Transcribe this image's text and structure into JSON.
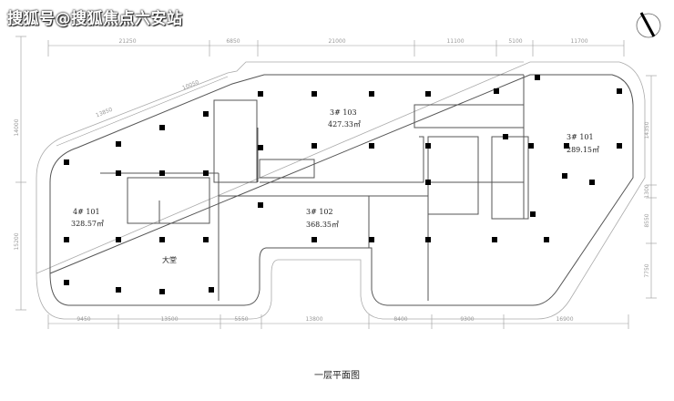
{
  "watermark": "搜狐号@搜狐焦点六安站",
  "drawing_title": "一层平面图",
  "units": [
    {
      "id": "3#103",
      "name": "3# 103",
      "area": "427.33㎡"
    },
    {
      "id": "3#101",
      "name": "3# 101",
      "area": "289.15㎡"
    },
    {
      "id": "3#102",
      "name": "3# 102",
      "area": "368.35㎡"
    },
    {
      "id": "4#101",
      "name": "4# 101",
      "area": "328.57㎡"
    }
  ],
  "lobby": "大堂",
  "dimensions": {
    "top": [
      "21250",
      "6850",
      "21000",
      "11100",
      "5100",
      "11700"
    ],
    "bottom": [
      "9450",
      "13500",
      "5550",
      "13800",
      "8400",
      "9300",
      "16900"
    ],
    "right": [
      "14350",
      "1300",
      "8550",
      "7750"
    ],
    "left": [
      "14000",
      "15200"
    ],
    "diagonal": [
      "13850",
      "10050"
    ]
  }
}
